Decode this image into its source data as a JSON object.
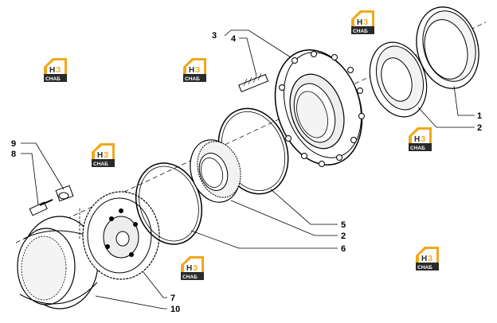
{
  "callouts": {
    "c1": "1",
    "c2a": "2",
    "c2b": "2",
    "c3": "3",
    "c4": "4",
    "c5": "5",
    "c6": "6",
    "c7": "7",
    "c8": "8",
    "c9": "9",
    "c10": "10"
  },
  "watermark": {
    "letters": "НЗ",
    "label": "СНАБ",
    "color_gold": "#f0a81c",
    "color_dark": "#2a2a2a"
  },
  "icons": {
    "watermark": "hz-snab-logo-icon"
  }
}
